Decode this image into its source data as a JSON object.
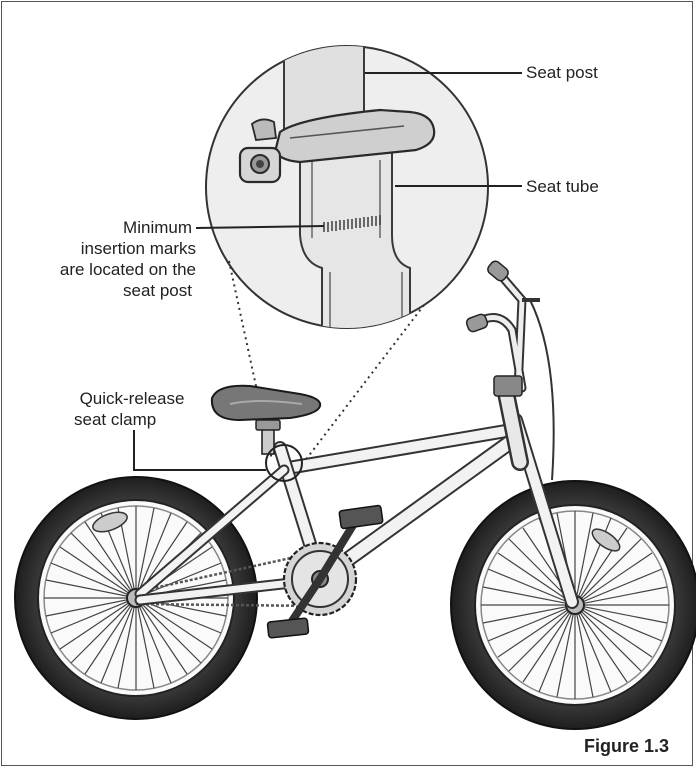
{
  "labels": {
    "seat_post": "Seat post",
    "seat_tube": "Seat tube",
    "min_insertion_line1": "Minimum",
    "min_insertion_line2": "insertion marks",
    "min_insertion_line3": "are located on the",
    "min_insertion_line4": "seat post",
    "quick_release_line1": "Quick-release",
    "quick_release_line2": "seat clamp"
  },
  "figure_label": "Figure 1.3"
}
